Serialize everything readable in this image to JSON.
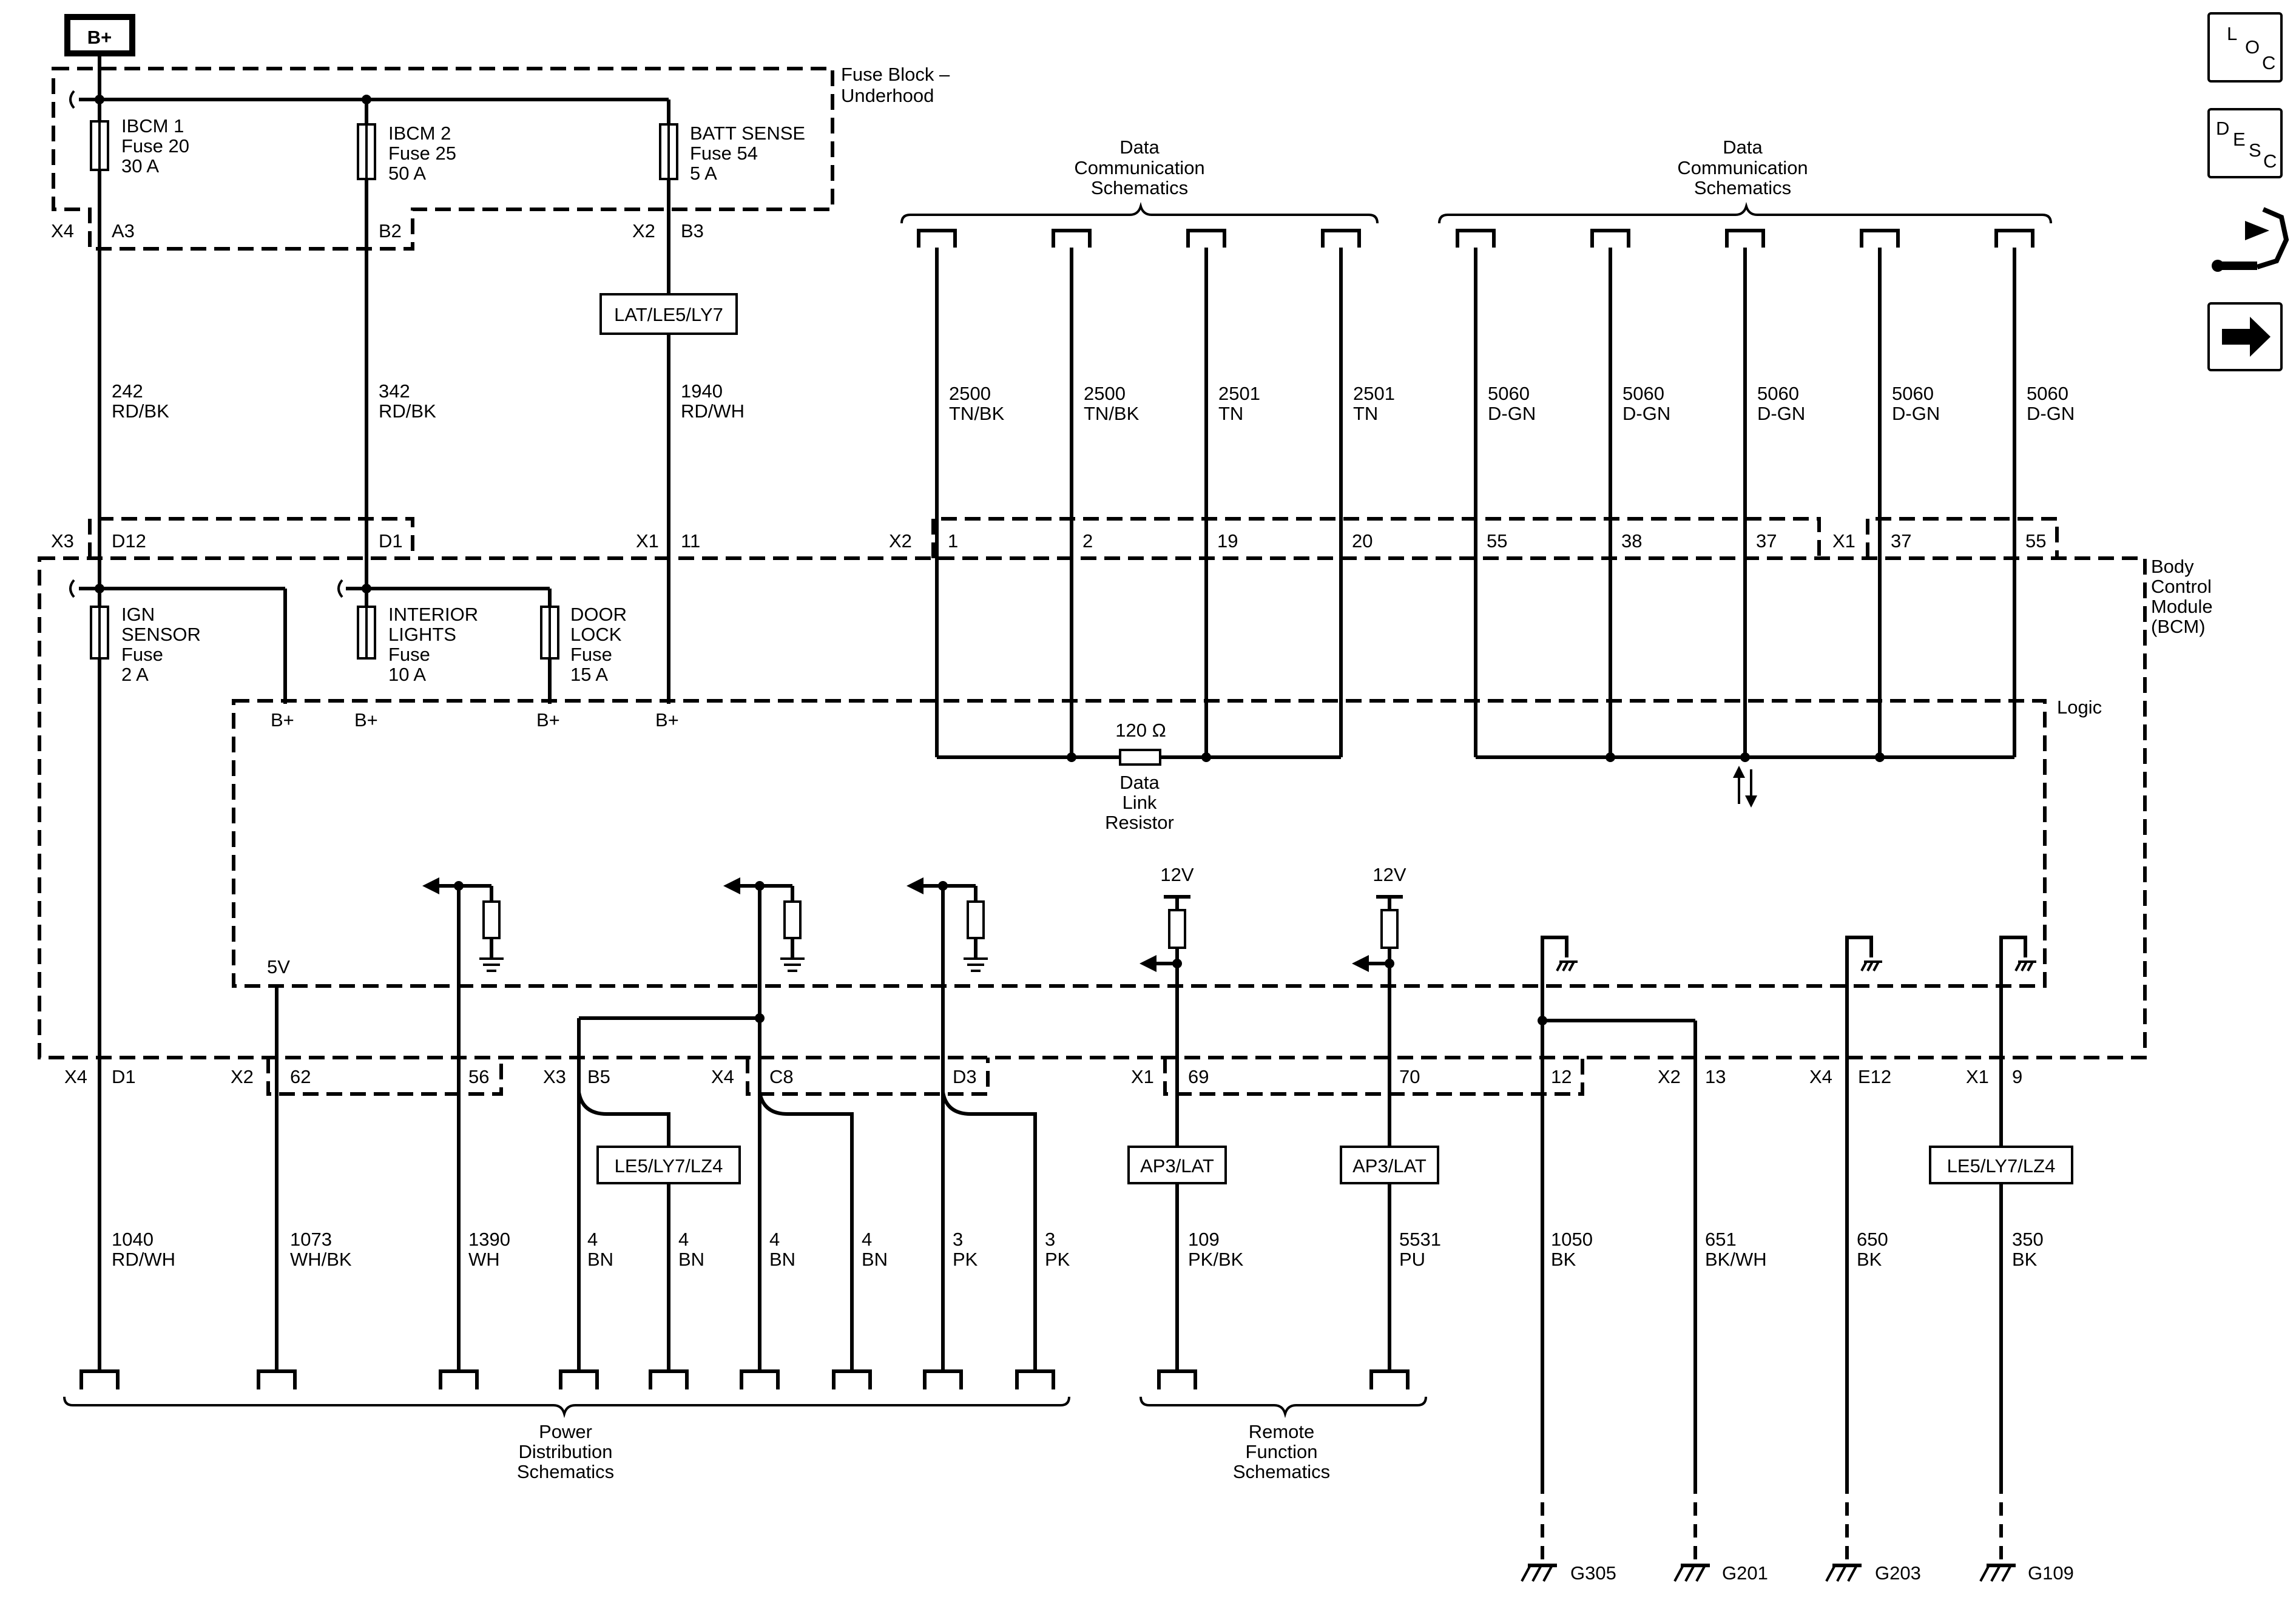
{
  "supply": {
    "label": "B+"
  },
  "fuse_block": {
    "title_line1": "Fuse Block –",
    "title_line2": "Underhood"
  },
  "fuses_top": [
    {
      "line1": "IBCM 1",
      "line2": "Fuse 20",
      "line3": "30 A"
    },
    {
      "line1": "IBCM 2",
      "line2": "Fuse 25",
      "line3": "50 A"
    },
    {
      "line1": "BATT SENSE",
      "line2": "Fuse 54",
      "line3": "5 A"
    }
  ],
  "fuse_block_connectors": {
    "x4": "X4",
    "a3": "A3",
    "b2": "B2",
    "x2": "X2",
    "b3": "B3"
  },
  "option_lat": "LAT/LE5/LY7",
  "top_wires": [
    {
      "num": "242",
      "color": "RD/BK"
    },
    {
      "num": "342",
      "color": "RD/BK"
    },
    {
      "num": "1940",
      "color": "RD/WH"
    }
  ],
  "bcm_top_pins": {
    "x3": "X3",
    "d12": "D12",
    "d1": "D1",
    "x1": "X1",
    "p11": "11",
    "x2": "X2",
    "p1": "1",
    "p2": "2",
    "p19": "19",
    "p20": "20",
    "p55": "55",
    "p38": "38",
    "p37": "37",
    "x1b": "X1",
    "p37b": "37",
    "p55b": "55"
  },
  "data_comm": {
    "line1": "Data",
    "line2": "Communication",
    "line3": "Schematics"
  },
  "data_wires": [
    {
      "num": "2500",
      "color": "TN/BK"
    },
    {
      "num": "2500",
      "color": "TN/BK"
    },
    {
      "num": "2501",
      "color": "TN"
    },
    {
      "num": "2501",
      "color": "TN"
    },
    {
      "num": "5060",
      "color": "D-GN"
    },
    {
      "num": "5060",
      "color": "D-GN"
    },
    {
      "num": "5060",
      "color": "D-GN"
    },
    {
      "num": "5060",
      "color": "D-GN"
    },
    {
      "num": "5060",
      "color": "D-GN"
    }
  ],
  "bcm": {
    "line1": "Body",
    "line2": "Control",
    "line3": "Module",
    "line4": "(BCM)",
    "logic": "Logic"
  },
  "fuses_bcm": [
    {
      "line1": "IGN",
      "line2": "SENSOR",
      "line3": "Fuse",
      "line4": "2 A"
    },
    {
      "line1": "INTERIOR",
      "line2": "LIGHTS",
      "line3": "Fuse",
      "line4": "10 A"
    },
    {
      "line1": "DOOR",
      "line2": "LOCK",
      "line3": "Fuse",
      "line4": "15 A"
    }
  ],
  "bplus_labels": [
    "B+",
    "B+",
    "B+",
    "B+"
  ],
  "resistor": {
    "value": "120 Ω",
    "line1": "Data",
    "line2": "Link",
    "line3": "Resistor"
  },
  "volts_5v": "5V",
  "volts_12v": [
    "12V",
    "12V"
  ],
  "bcm_bottom_pins": {
    "x4": "X4",
    "d1": "D1",
    "x2": "X2",
    "p62": "62",
    "p56": "56",
    "x3": "X3",
    "b5": "B5",
    "x4b": "X4",
    "c8": "C8",
    "d3": "D3",
    "x1": "X1",
    "p69": "69",
    "p70": "70",
    "p12": "12",
    "x2b": "X2",
    "p13": "13",
    "x4c": "X4",
    "e12": "E12",
    "x1b": "X1",
    "p9": "9"
  },
  "options_bottom": [
    "LE5/LY7/LZ4",
    "AP3/LAT",
    "AP3/LAT",
    "LE5/LY7/LZ4"
  ],
  "bottom_wires": [
    {
      "num": "1040",
      "color": "RD/WH"
    },
    {
      "num": "1073",
      "color": "WH/BK"
    },
    {
      "num": "1390",
      "color": "WH"
    },
    {
      "num": "4",
      "color": "BN"
    },
    {
      "num": "4",
      "color": "BN"
    },
    {
      "num": "4",
      "color": "BN"
    },
    {
      "num": "4",
      "color": "BN"
    },
    {
      "num": "3",
      "color": "PK"
    },
    {
      "num": "3",
      "color": "PK"
    },
    {
      "num": "109",
      "color": "PK/BK"
    },
    {
      "num": "5531",
      "color": "PU"
    },
    {
      "num": "1050",
      "color": "BK"
    },
    {
      "num": "651",
      "color": "BK/WH"
    },
    {
      "num": "650",
      "color": "BK"
    },
    {
      "num": "350",
      "color": "BK"
    }
  ],
  "power_dist": {
    "line1": "Power",
    "line2": "Distribution",
    "line3": "Schematics"
  },
  "remote_func": {
    "line1": "Remote",
    "line2": "Function",
    "line3": "Schematics"
  },
  "grounds": [
    "G305",
    "G201",
    "G203",
    "G109"
  ],
  "side_icons": {
    "loc": {
      "l": "L",
      "o": "O",
      "c": "C"
    },
    "desc": {
      "d": "D",
      "e": "E",
      "s": "S",
      "c": "C"
    },
    "icons": [
      "connector-end-view-icon",
      "next-page-arrow-icon"
    ]
  }
}
